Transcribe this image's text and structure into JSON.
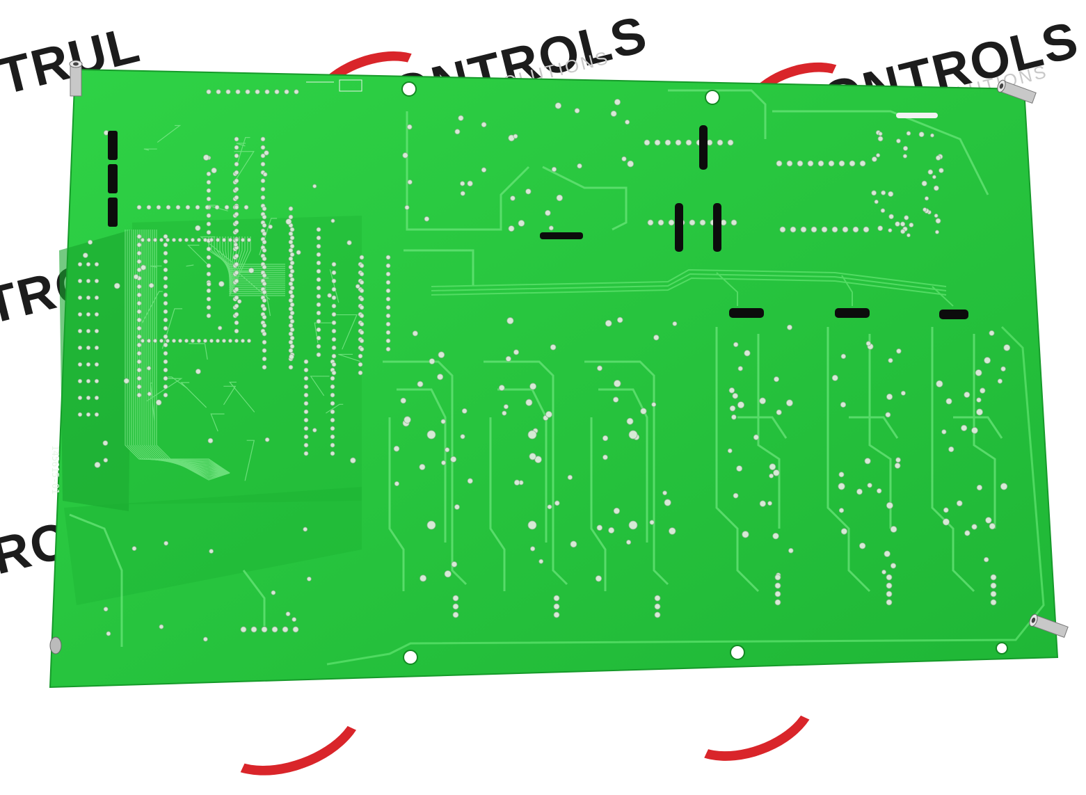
{
  "watermark": {
    "brand": "CONTROLS",
    "brand_partial_left": "TRUL",
    "brand_partial_top": "CONTROLS",
    "brand_partial_side1": "TROL",
    "brand_partial_side2": "ROL",
    "tagline_partial": "SOLUTIONS",
    "accent_color": "#d9252a"
  },
  "board": {
    "color": "#22c83a",
    "trace_color": "#58e26a",
    "part_number": "145615-01"
  }
}
